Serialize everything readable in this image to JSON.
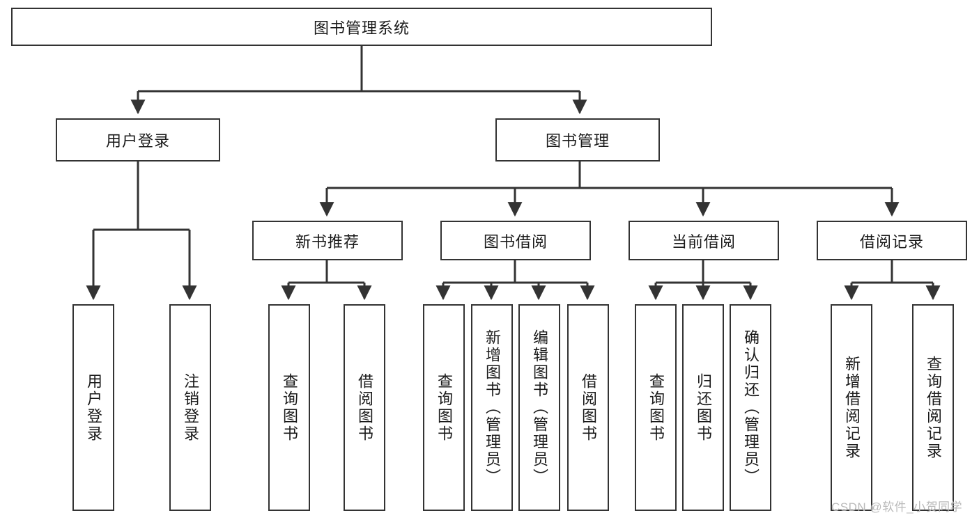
{
  "diagram": {
    "title": "图书管理系统",
    "root": {
      "label": "图书管理系统"
    },
    "level2": [
      {
        "label": "用户登录"
      },
      {
        "label": "图书管理"
      }
    ],
    "level3": [
      {
        "label": "新书推荐"
      },
      {
        "label": "图书借阅"
      },
      {
        "label": "当前借阅"
      },
      {
        "label": "借阅记录"
      }
    ],
    "leaves": [
      {
        "label": "用户登录"
      },
      {
        "label": "注销登录"
      },
      {
        "label": "查询图书"
      },
      {
        "label": "借阅图书"
      },
      {
        "label": "查询图书"
      },
      {
        "label": "新增图书（管理员）"
      },
      {
        "label": "编辑图书（管理员）"
      },
      {
        "label": "借阅图书"
      },
      {
        "label": "查询图书"
      },
      {
        "label": "归还图书"
      },
      {
        "label": "确认归还（管理员）"
      },
      {
        "label": "新增借阅记录"
      },
      {
        "label": "查询借阅记录"
      }
    ],
    "colors": {
      "stroke": "#333333",
      "fill": "#ffffff",
      "text": "#1a1a1a",
      "watermark": "#b9b9b9"
    }
  },
  "watermark": {
    "text": "CSDN @软件_小贺同学"
  }
}
